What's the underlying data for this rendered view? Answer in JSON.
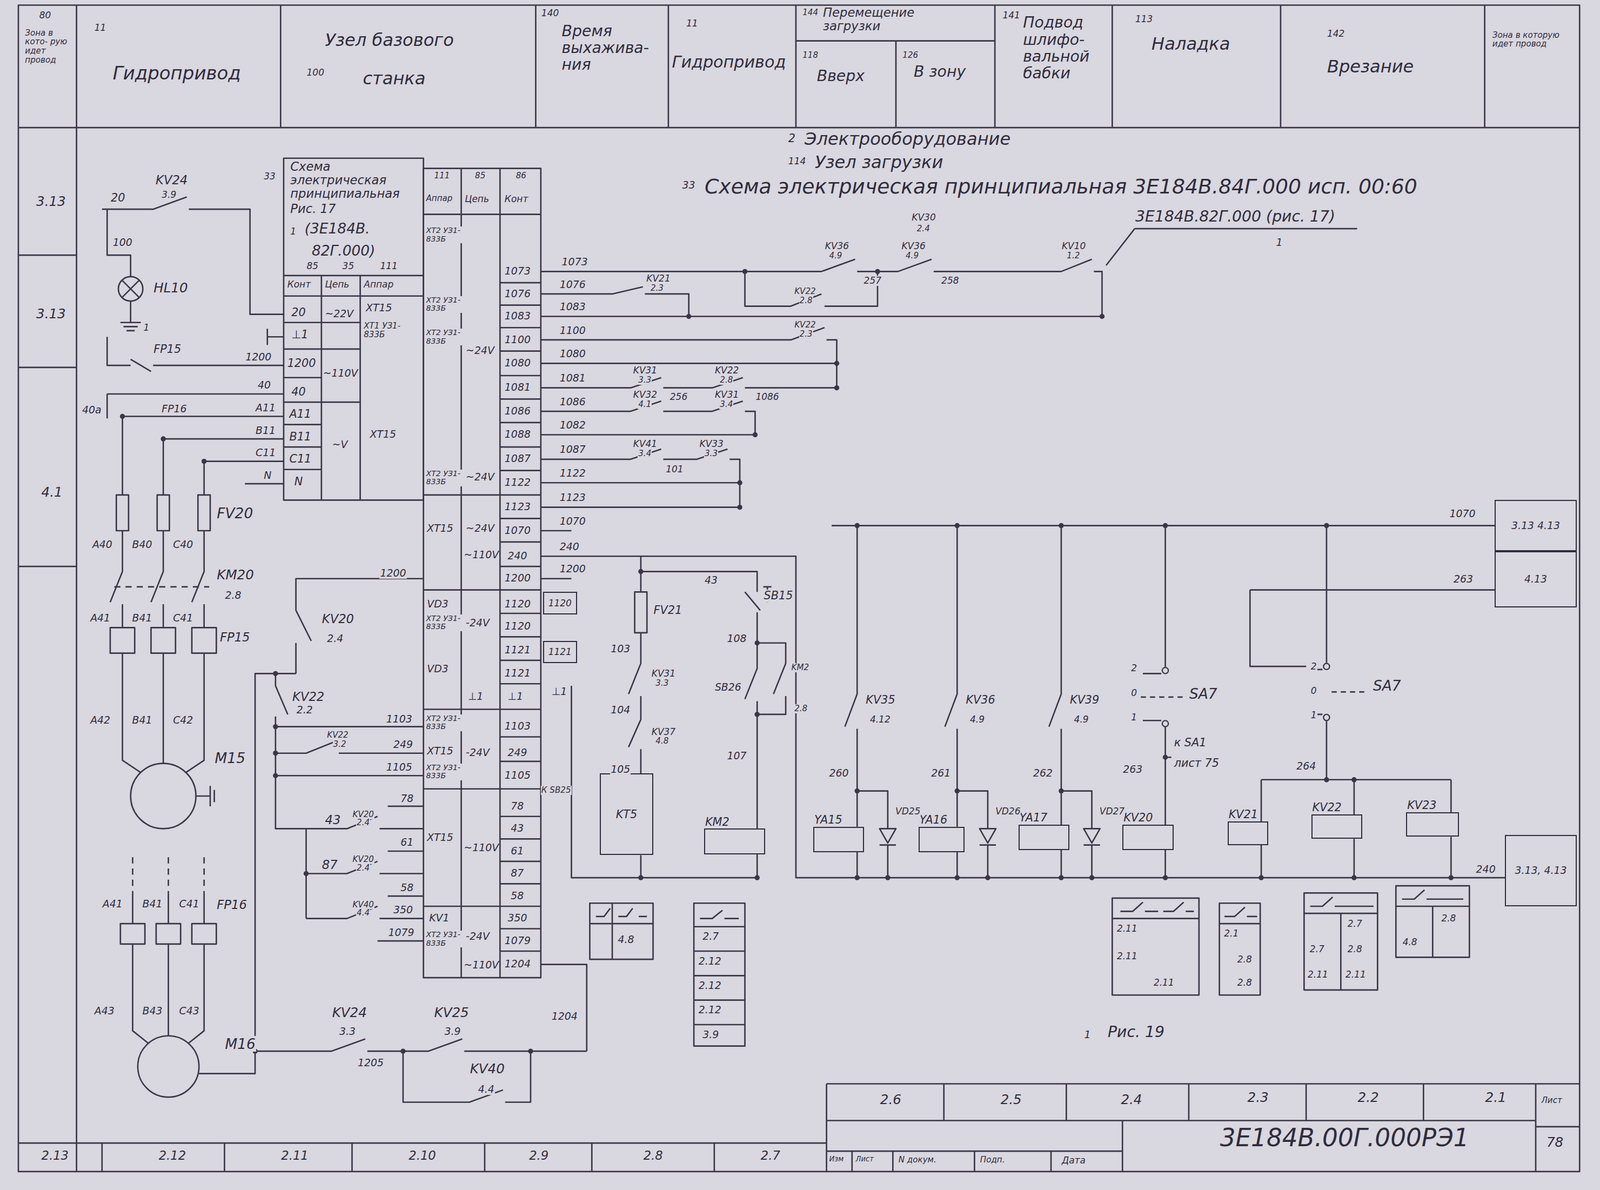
{
  "diagram": {
    "nodes": [
      {
        "text": [
          "YA15"
        ]
      },
      {
        "text": [
          "YA16"
        ]
      },
      {
        "text": [
          "YA17"
        ]
      },
      {
        "text": [
          "KV20"
        ]
      },
      {
        "text": [
          "KV21"
        ]
      },
      {
        "text": [
          "KV22"
        ]
      },
      {
        "text": [
          "KV23"
        ]
      },
      {
        "text": [
          "KM2"
        ]
      },
      {
        "text": [
          "3.13 4.13"
        ]
      },
      {
        "text": [
          "4.13"
        ]
      },
      {
        "text": [
          "3.13, 4.13"
        ]
      },
      {
        "text": [
          "1120"
        ]
      },
      {
        "text": [
          "1121"
        ]
      },
      {
        "text": [
          "KT5"
        ]
      }
    ],
    "labels": [
      "80",
      "Зона в кото- рую идет провод",
      "11",
      "Гидропривод",
      "Узел базового",
      "100",
      "станка",
      "140",
      "Время выхажива- ния",
      "11",
      "Гидропривод",
      "144",
      "Перемещение загрузки",
      "118",
      "Вверх",
      "126",
      "В зону",
      "141",
      "Подвод шлифо- вальной бабки",
      "113",
      "Наладка",
      "142",
      "Врезание",
      "Зона в которую идет провод",
      "2",
      "Электрооборудование",
      "114",
      "Узел загрузки",
      "33",
      "Схема электрическая принципиальная 3Е184В.84Г.000 исп. 00:60",
      "3Е184В.82Г.000 (рис. 17)",
      "1",
      "3.13",
      "3.13",
      "4.1",
      "33",
      "Схема электрическая принципиальная",
      "Рис. 17",
      "1",
      "(3Е184В.",
      "82Г.000)",
      "85",
      "35",
      "111",
      "Конт",
      "Цепь",
      "Аппар",
      "20",
      "~22V",
      "XT15",
      "⊥1",
      "XT1 УЗ1-833Б",
      "1200",
      "~110V",
      "40",
      "A11",
      "B11",
      "~V",
      "XT15",
      "C11",
      "N",
      "111",
      "85",
      "86",
      "Аппар",
      "Цепь",
      "Конт",
      "XT2 УЗ1-833Б",
      "1073",
      "1076",
      "1083",
      "XT2 УЗ1-833Б",
      "1100",
      "XT2 УЗ1-833Б",
      "~24V",
      "1080",
      "1081",
      "1086",
      "1088",
      "1087",
      "XT2 УЗ1-833Б",
      "~24V",
      "1122",
      "1123",
      "XT15",
      "~24V",
      "1070",
      "~110V",
      "240",
      "1200",
      "VD3",
      "1120",
      "XT2 УЗ1-833Б",
      "-24V",
      "1120",
      "1121",
      "VD3",
      "1121",
      "⊥1",
      "⊥1",
      "XT2 УЗ1-833Б",
      "1103",
      "XT15",
      "-24V",
      "249",
      "XT2 УЗ1-833Б",
      "1105",
      "78",
      "XT15",
      "~110V",
      "43",
      "61",
      "87",
      "58",
      "KV1",
      "350",
      "XT2 УЗ1-833Б",
      "-24V",
      "1079",
      "~110V",
      "1204",
      "1073",
      "1076",
      "1083",
      "1100",
      "1080",
      "1081",
      "1086",
      "1082",
      "1087",
      "1122",
      "1123",
      "1070",
      "240",
      "1200",
      "KV21",
      "2.3",
      "KV36",
      "4.9",
      "257",
      "KV30",
      "2.4",
      "KV36",
      "4.9",
      "258",
      "KV10",
      "1.2",
      "KV22",
      "2.8",
      "KV22",
      "2.3",
      "KV31",
      "3.3",
      "256",
      "KV22",
      "2.8",
      "1086",
      "KV32",
      "4.1",
      "KV31",
      "3.4",
      "KV41",
      "3.4",
      "KV33",
      "3.3",
      "101",
      "⊥1",
      "К SB25",
      "43",
      "SB15",
      "FV21",
      "103",
      "108",
      "KV31",
      "3.3",
      "104",
      "SB26",
      "KM2",
      "2.8",
      "KV37",
      "4.8",
      "105",
      "107",
      "4.8",
      "2.7",
      "2.12",
      "2.12",
      "2.12",
      "3.9",
      "KV35",
      "4.12",
      "260",
      "KV36",
      "4.9",
      "261",
      "KV39",
      "4.9",
      "262",
      "2",
      "0",
      "1",
      "SA7",
      "263",
      "к SA1",
      "лист 75",
      "VD25",
      "VD26",
      "VD27",
      "264",
      "2",
      "0",
      "1",
      "SA7",
      "1070",
      "263",
      "240",
      "2.11",
      "2.11",
      "2.11",
      "2.1",
      "2.8",
      "2.8",
      "2.7",
      "2.7",
      "2.8",
      "2.11",
      "2.11",
      "2.8",
      "4.8",
      "1",
      "Рис. 19",
      "20",
      "KV24",
      "3.9",
      "100",
      "HL10",
      "1",
      "FP15",
      "40a",
      "FP16",
      "1200",
      "40",
      "A11",
      "B11",
      "C11",
      "N",
      "FV20",
      "A40",
      "B40",
      "C40",
      "KM20",
      "2.8",
      "A41",
      "B41",
      "C41",
      "FP15",
      "A42",
      "B41",
      "C42",
      "M15",
      "A41",
      "B41",
      "C41",
      "FP16",
      "A43",
      "B43",
      "C43",
      "M16",
      "1200",
      "KV20",
      "2.4",
      "KV22",
      "2.2",
      "1103",
      "KV22",
      "3.2",
      "249",
      "1105",
      "78",
      "43",
      "KV20",
      "2.4",
      "61",
      "87",
      "KV20",
      "2.4",
      "58",
      "KV40",
      "4.4",
      "350",
      "1079",
      "KV24",
      "3.3",
      "KV25",
      "3.9",
      "1205",
      "KV40",
      "4.4",
      "1204",
      "2.6",
      "2.5",
      "2.4",
      "2.3",
      "2.2",
      "2.1",
      "Изм",
      "Лист",
      "N докум.",
      "Подп.",
      "Дата",
      "3Е184В.00Г.000РЭ1",
      "Лист",
      "78",
      "2.13",
      "2.12",
      "2.11",
      "2.10",
      "2.9",
      "2.8",
      "2.7"
    ]
  }
}
